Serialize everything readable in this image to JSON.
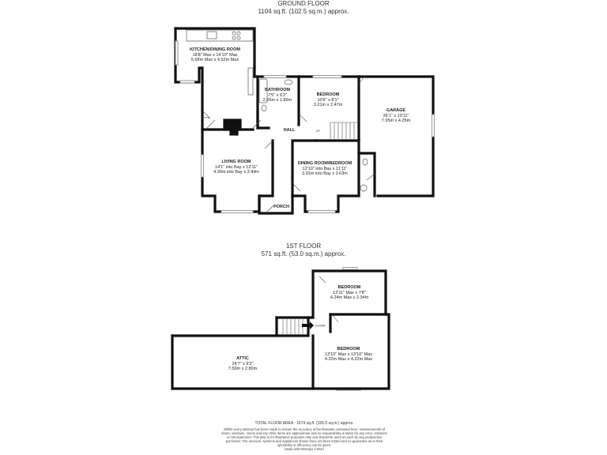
{
  "ground_floor": {
    "title": "GROUND FLOOR",
    "area": "1104 sq.ft. (102.5 sq.m.) approx.",
    "rooms": [
      {
        "id": "kitchen",
        "name": "KITCHEN/DINING ROOM",
        "line1": "18'8\" Max x 14'10\" Max",
        "line2": "5.68m Max x 4.52m Max"
      },
      {
        "id": "bathroom",
        "name": "BATHROOM",
        "line1": "7'5\" x 6'2\"",
        "line2": "2.26m x 1.89m"
      },
      {
        "id": "bedroom_gf",
        "name": "BEDROOM",
        "line1": "10'6\" x 8'1\"",
        "line2": "3.21m x 2.47m"
      },
      {
        "id": "garage",
        "name": "GARAGE",
        "line1": "26'1\" x 13'11\"",
        "line2": "7.95m x 4.25m"
      },
      {
        "id": "living",
        "name": "LIVING ROOM",
        "line1": "14'1\" into Bay x 12'11\"",
        "line2": "4.30m into Bay x 3.94m"
      },
      {
        "id": "dining",
        "name": "DINING ROOM/BEDROOM",
        "line1": "12'10\" into Bay x 11'11\"",
        "line2": "3.91m into Bay x 3.63m"
      }
    ],
    "hall": "HALL",
    "porch": "PORCH",
    "stair_label": "UP"
  },
  "first_floor": {
    "title": "1ST FLOOR",
    "area": "571 sq.ft. (53.0 sq.m.) approx.",
    "rooms": [
      {
        "id": "bedroom_ff1",
        "name": "BEDROOM",
        "line1": "12'11\" Max x 7'8\"",
        "line2": "4.24m Max x 2.34m"
      },
      {
        "id": "bedroom_ff2",
        "name": "BEDROOM",
        "line1": "13'10\" Max x 13'10\" Max",
        "line2": "4.22m Max x 4.22m Max"
      },
      {
        "id": "attic",
        "name": "ATTIC",
        "line1": "24'7\" x 9'2\"",
        "line2": "7.50m x 2.80m"
      }
    ],
    "stair_label": "DOWN"
  },
  "footer": {
    "total": "TOTAL FLOOR AREA : 1674 sq.ft. (155.5 sq.m.) approx.",
    "disclaimer": "Whilst every attempt has been made to ensure the accuracy of the floorplan contained here, measurements of doors, windows, rooms and any other items are approximate and no responsibility is taken for any error, omission or mis-statement. This plan is for illustrative purposes only and should be used as such by any prospective purchaser. The services, systems and appliances shown have not been tested and no guarantee as to their operability or efficiency can be given.",
    "credit": "Made with Metropix ©2024"
  },
  "colors": {
    "wall": "#111111",
    "window": "#9a9a9a",
    "line": "#555555",
    "background": "#ffffff"
  }
}
